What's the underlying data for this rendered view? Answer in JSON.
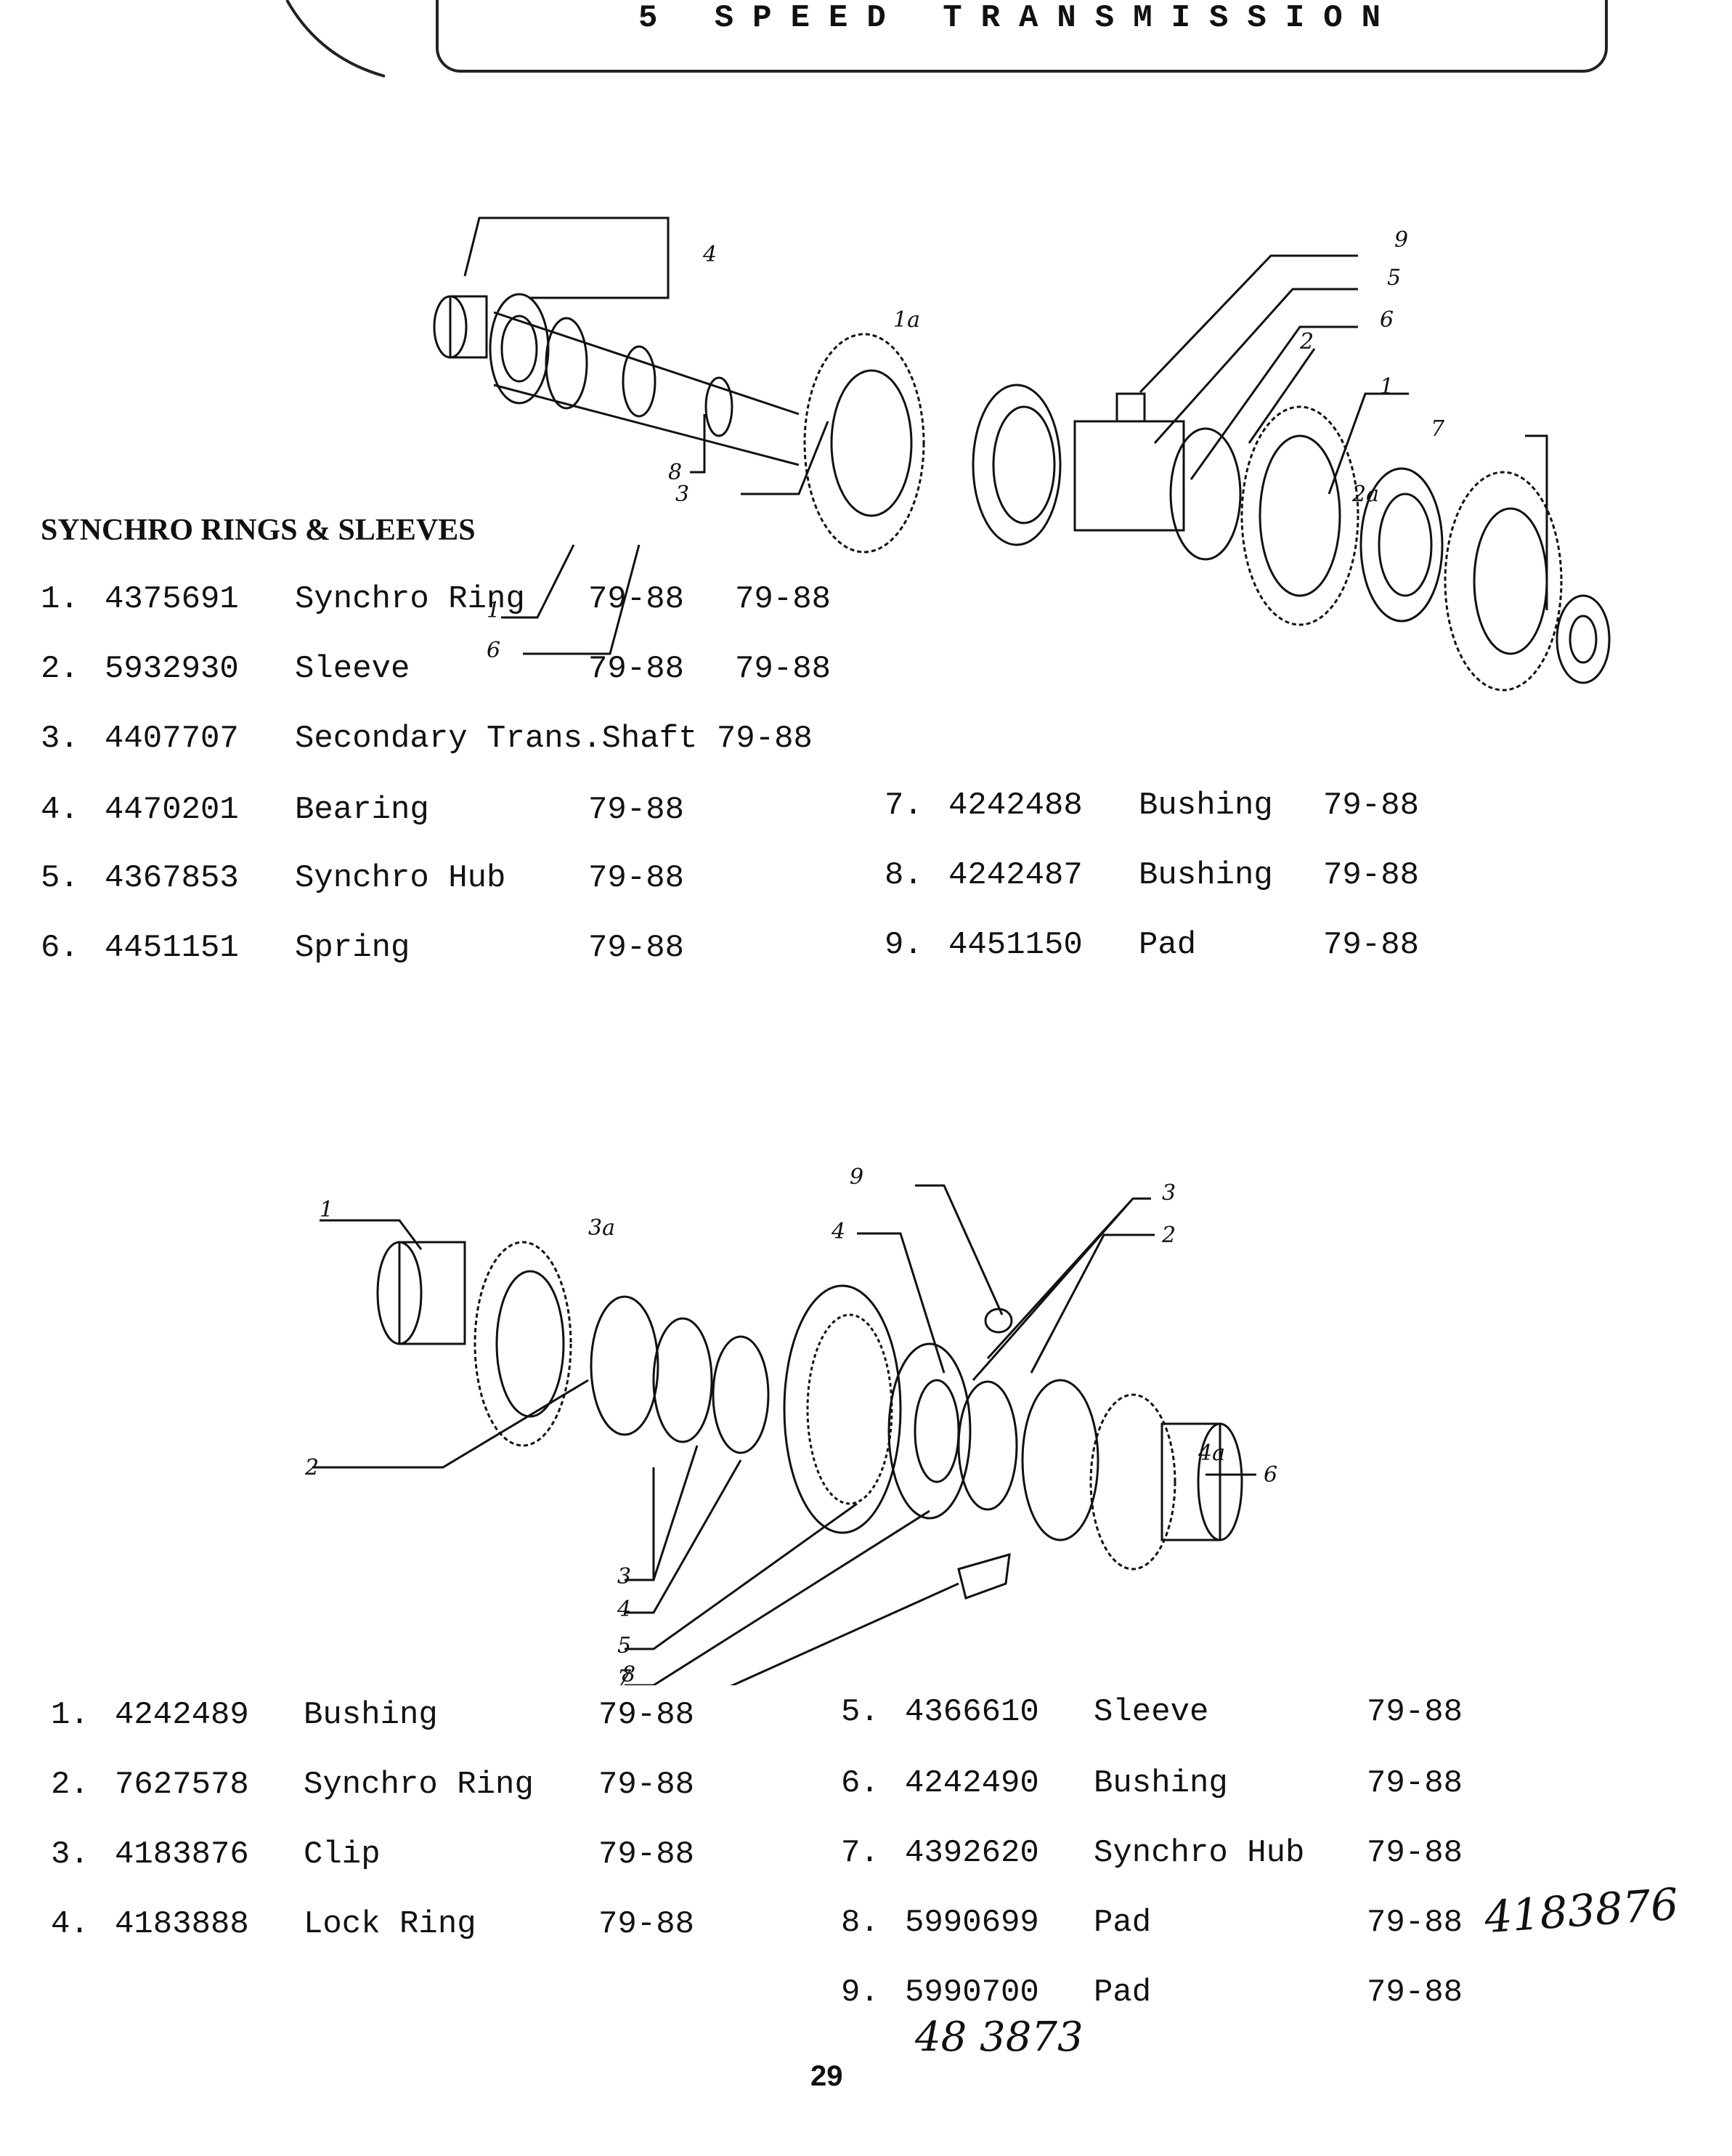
{
  "header": {
    "title": "5 SPEED TRANSMISSION"
  },
  "section1": {
    "heading": "SYNCHRO RINGS & SLEEVES",
    "parts_left": [
      {
        "no": "1.",
        "part": "4375691",
        "desc": "Synchro Ring",
        "years": "79-88",
        "years2": "79-88"
      },
      {
        "no": "2.",
        "part": "5932930",
        "desc": "Sleeve",
        "years": "79-88",
        "years2": "79-88"
      },
      {
        "no": "3.",
        "part": "4407707",
        "desc": "Secondary Trans.Shaft 79-88",
        "years": "",
        "years2": ""
      },
      {
        "no": "4.",
        "part": "4470201",
        "desc": "Bearing",
        "years": "79-88",
        "years2": ""
      },
      {
        "no": "5.",
        "part": "4367853",
        "desc": "Synchro Hub",
        "years": "79-88",
        "years2": ""
      },
      {
        "no": "6.",
        "part": "4451151",
        "desc": "Spring",
        "years": "79-88",
        "years2": ""
      }
    ],
    "parts_right": [
      {
        "no": "7.",
        "part": "4242488",
        "desc": "Bushing",
        "years": "79-88"
      },
      {
        "no": "8.",
        "part": "4242487",
        "desc": "Bushing",
        "years": "79-88"
      },
      {
        "no": "9.",
        "part": "4451150",
        "desc": "Pad",
        "years": "79-88"
      }
    ],
    "diagram_labels": [
      "4",
      "9",
      "5",
      "6",
      "2",
      "1",
      "7",
      "1a",
      "2a",
      "8",
      "3",
      "1",
      "6"
    ]
  },
  "section2": {
    "parts_left": [
      {
        "no": "1.",
        "part": "4242489",
        "desc": "Bushing",
        "years": "79-88"
      },
      {
        "no": "2.",
        "part": "7627578",
        "desc": "Synchro Ring",
        "years": "79-88"
      },
      {
        "no": "3.",
        "part": "4183876",
        "desc": "Clip",
        "years": "79-88"
      },
      {
        "no": "4.",
        "part": "4183888",
        "desc": "Lock Ring",
        "years": "79-88"
      }
    ],
    "parts_right": [
      {
        "no": "5.",
        "part": "4366610",
        "desc": "Sleeve",
        "years": "79-88"
      },
      {
        "no": "6.",
        "part": "4242490",
        "desc": "Bushing",
        "years": "79-88"
      },
      {
        "no": "7.",
        "part": "4392620",
        "desc": "Synchro Hub",
        "years": "79-88"
      },
      {
        "no": "8.",
        "part": "5990699",
        "desc": "Pad",
        "years": "79-88"
      },
      {
        "no": "9.",
        "part": "5990700",
        "desc": "Pad",
        "years": "79-88"
      }
    ],
    "diagram_labels": [
      "1",
      "3a",
      "9",
      "4",
      "3",
      "2",
      "6",
      "4a",
      "2",
      "3",
      "4",
      "5",
      "7",
      "8"
    ]
  },
  "handwritten": {
    "note_right": "4183876",
    "note_bottom": "48 3873"
  },
  "page_number": "29"
}
